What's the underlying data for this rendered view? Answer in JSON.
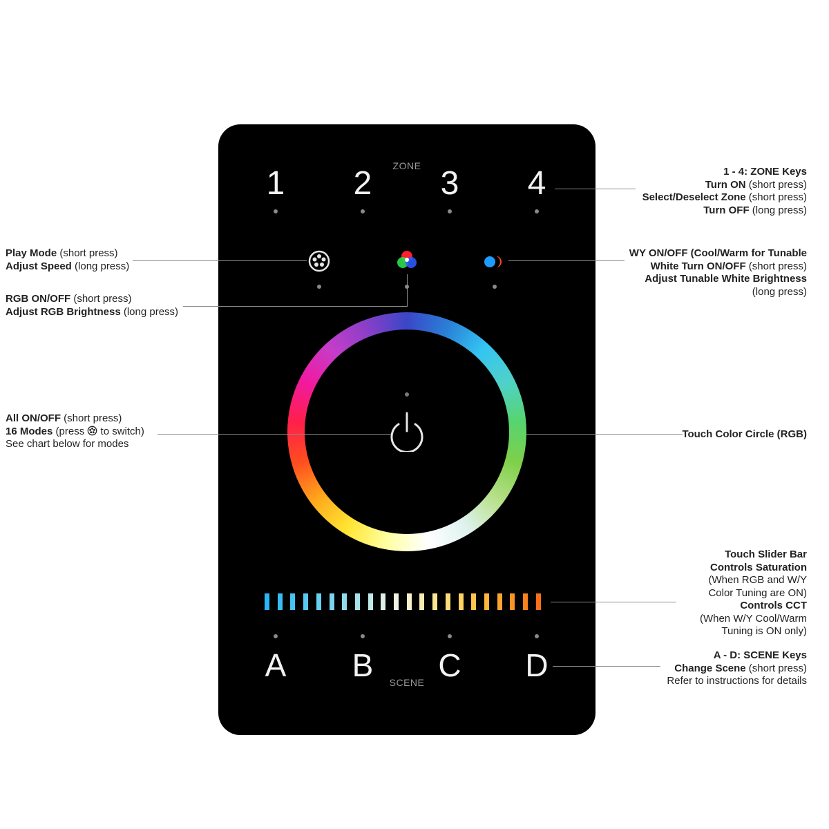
{
  "panel": {
    "zone_title": "ZONE",
    "zone_keys": [
      "1",
      "2",
      "3",
      "4"
    ],
    "scene_title": "SCENE",
    "scene_keys": [
      "A",
      "B",
      "C",
      "D"
    ],
    "icons": [
      "play-mode-icon",
      "rgb-icon",
      "white-tunable-icon",
      "power-icon"
    ],
    "slider_colors": [
      "#29b6f6",
      "#36bdf5",
      "#45c3f3",
      "#55c9f1",
      "#67cff0",
      "#7ad5ee",
      "#8fdbec",
      "#a6e2ea",
      "#bfe8ea",
      "#dcefea",
      "#f2f2e3",
      "#f7f0c9",
      "#f9ecae",
      "#fbe592",
      "#fcdc79",
      "#fdd162",
      "#fdc44e",
      "#fdb53c",
      "#fca52e",
      "#fb9424",
      "#f9821c",
      "#f76f17"
    ]
  },
  "callouts": {
    "zone": {
      "line1": "1 - 4: ZONE Keys",
      "line2_bold": "Turn ON",
      "line2_rest": " (short press)",
      "line3_bold": "Select/Deselect Zone",
      "line3_rest": " (short press)",
      "line4_bold": "Turn OFF",
      "line4_rest": " (long press)"
    },
    "play": {
      "line1_bold": "Play Mode",
      "line1_rest": " (short press)",
      "line2_bold": "Adjust Speed",
      "line2_rest": " (long press)"
    },
    "rgb": {
      "line1_bold": "RGB ON/OFF",
      "line1_rest": " (short press)",
      "line2_bold": "Adjust RGB Brightness",
      "line2_rest": " (long press)"
    },
    "wy": {
      "line1": "WY ON/OFF (Cool/Warm for Tunable",
      "line2_bold": "White Turn ON/OFF",
      "line2_rest": " (short press)",
      "line3": "Adjust Tunable White Brightness",
      "line4": "(long press)"
    },
    "all": {
      "line1_bold": "All ON/OFF",
      "line1_rest": " (short press)",
      "line2_bold": "16 Modes",
      "line2_pre": " (press ",
      "line2_post": " to switch)",
      "line3": "See chart below for modes"
    },
    "circle": {
      "line1": "Touch Color Circle (RGB)"
    },
    "slider": {
      "line1": "Touch Slider Bar",
      "line2": "Controls Saturation",
      "line3": "(When RGB and W/Y",
      "line4": "Color Tuning are ON)",
      "line5": "Controls CCT",
      "line6": "(When W/Y Cool/Warm",
      "line7": "Tuning is ON only)"
    },
    "scene": {
      "line1": "A - D: SCENE Keys",
      "line2_bold": "Change Scene",
      "line2_rest": " (short press)",
      "line3": "Refer to instructions for details"
    }
  }
}
